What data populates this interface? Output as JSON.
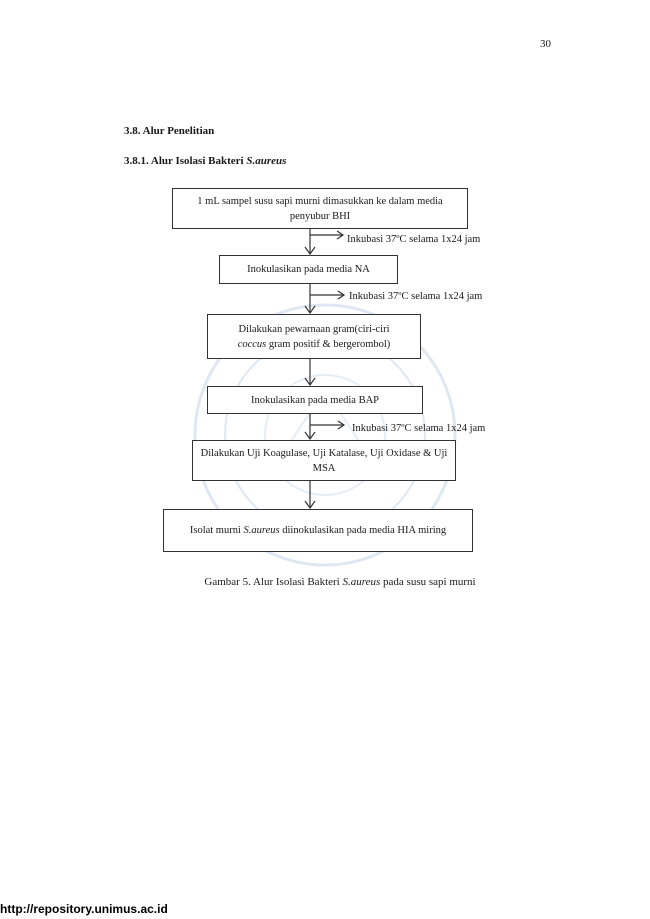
{
  "page_number": "30",
  "section_heading": "3.8. Alur Penelitian",
  "subsection": {
    "prefix": "3.8.1. Alur Isolasi Bakteri ",
    "italic": "S.aureus"
  },
  "flowchart": {
    "step1": "1 mL sampel susu sapi murni dimasukkan ke dalam media penyubur BHI",
    "note1": "Inkubasi 37ºC selama 1x24 jam",
    "step2": "Inokulasikan pada media NA",
    "note2": "Inkubasi 37ºC selama 1x24 jam",
    "step3": {
      "line1": "Dilakukan pewarnaan gram(ciri-ciri",
      "italic": "coccus",
      "rest": " gram positif & bergerombol)"
    },
    "step4": "Inokulasikan pada media BAP",
    "note3": "Inkubasi 37ºC selama 1x24 jam",
    "step5": "Dilakukan Uji Koagulase, Uji Katalase, Uji Oxidase & Uji MSA",
    "step6": {
      "prefix": "Isolat murni ",
      "italic": "S.aureus",
      "rest": " diinokulasikan  pada media HIA miring"
    }
  },
  "caption": {
    "prefix": "Gambar 5. Alur Isolasi Bakteri ",
    "italic": "S.aureus",
    "rest": " pada susu sapi murni"
  },
  "footer_url": "http://repository.unimus.ac.id",
  "colors": {
    "line": "#333333",
    "watermark": "#d7e3f0"
  }
}
